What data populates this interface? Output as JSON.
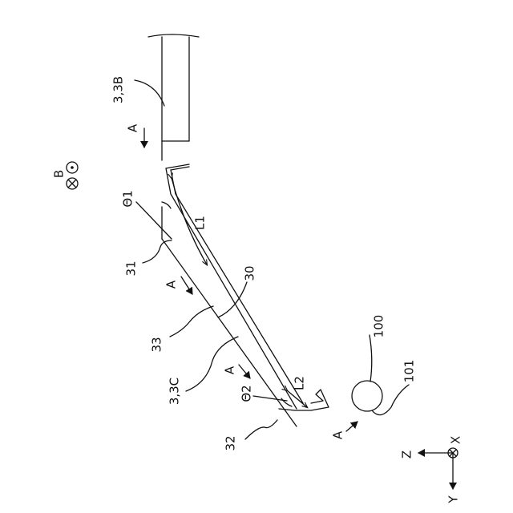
{
  "figure": {
    "labels": {
      "part_3_3b": "3,3B",
      "part_3_3c": "3,3C",
      "part_30": "30",
      "part_31": "31",
      "part_32": "32",
      "part_33": "33",
      "part_100": "100",
      "part_101": "101",
      "theta_1": "Θ1",
      "theta_2": "Θ2",
      "length_1": "L1",
      "length_2": "L2",
      "direction_a": "A",
      "direction_b": "B"
    },
    "axes": {
      "x": "X",
      "y": "Y",
      "z": "Z"
    }
  }
}
